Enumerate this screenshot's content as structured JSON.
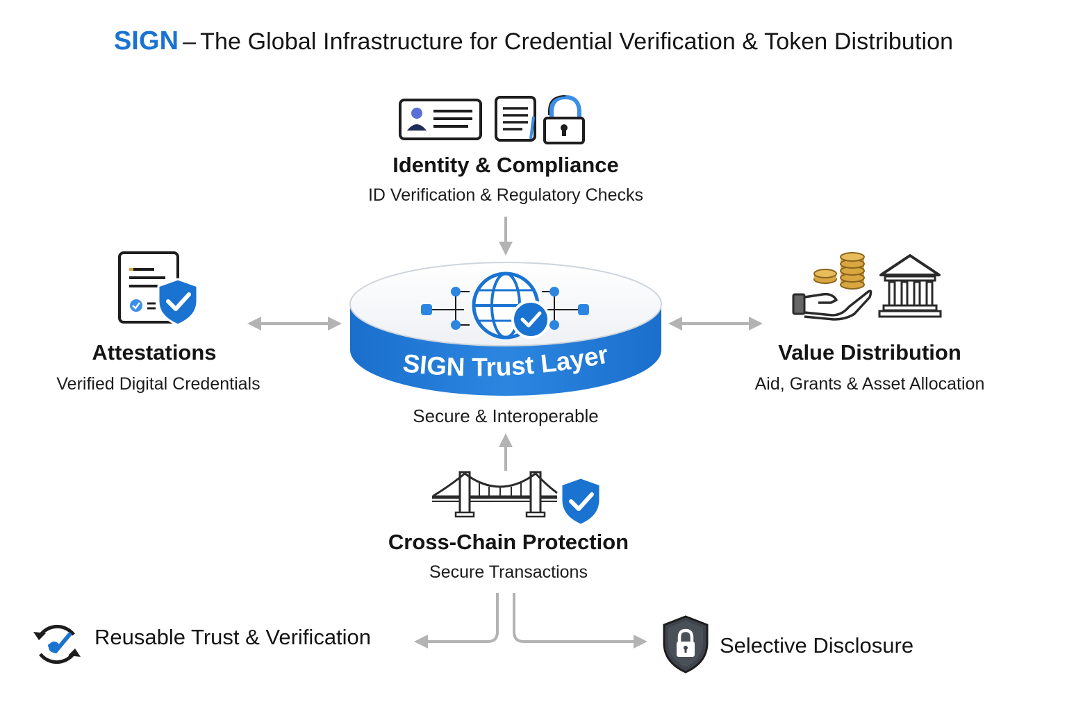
{
  "header": {
    "brand": "SIGN",
    "separator": "–",
    "title": "The Global Infrastructure for Credential Verification & Token Distribution"
  },
  "center": {
    "label": "SIGN Trust Layer",
    "caption": "Secure & Interoperable",
    "icons": [
      "globe-network-icon",
      "check-badge-icon"
    ]
  },
  "identity": {
    "title": "Identity & Compliance",
    "subtitle": "ID Verification & Regulatory Checks",
    "icons": [
      "id-card-icon",
      "document-icon",
      "padlock-icon"
    ]
  },
  "attestations": {
    "title": "Attestations",
    "subtitle": "Verified Digital Credentials",
    "icons": [
      "certificate-document-icon",
      "shield-check-icon"
    ]
  },
  "value": {
    "title": "Value Distribution",
    "subtitle": "Aid, Grants & Asset Allocation",
    "icons": [
      "hand-coins-icon",
      "bank-building-icon"
    ]
  },
  "crosschain": {
    "title": "Cross-Chain Protection",
    "subtitle": "Secure Transactions",
    "icons": [
      "bridge-icon",
      "shield-check-icon"
    ]
  },
  "bottom": {
    "reusable": "Reusable Trust & Verification",
    "selective": "Selective Disclosure",
    "icons": [
      "refresh-check-icon",
      "shield-lock-icon"
    ]
  },
  "colors": {
    "accent": "#1a73d1",
    "accent_light": "#3c8fe6",
    "arrow": "#b3b3b3",
    "ink": "#141414",
    "coin": "#d9a640"
  }
}
